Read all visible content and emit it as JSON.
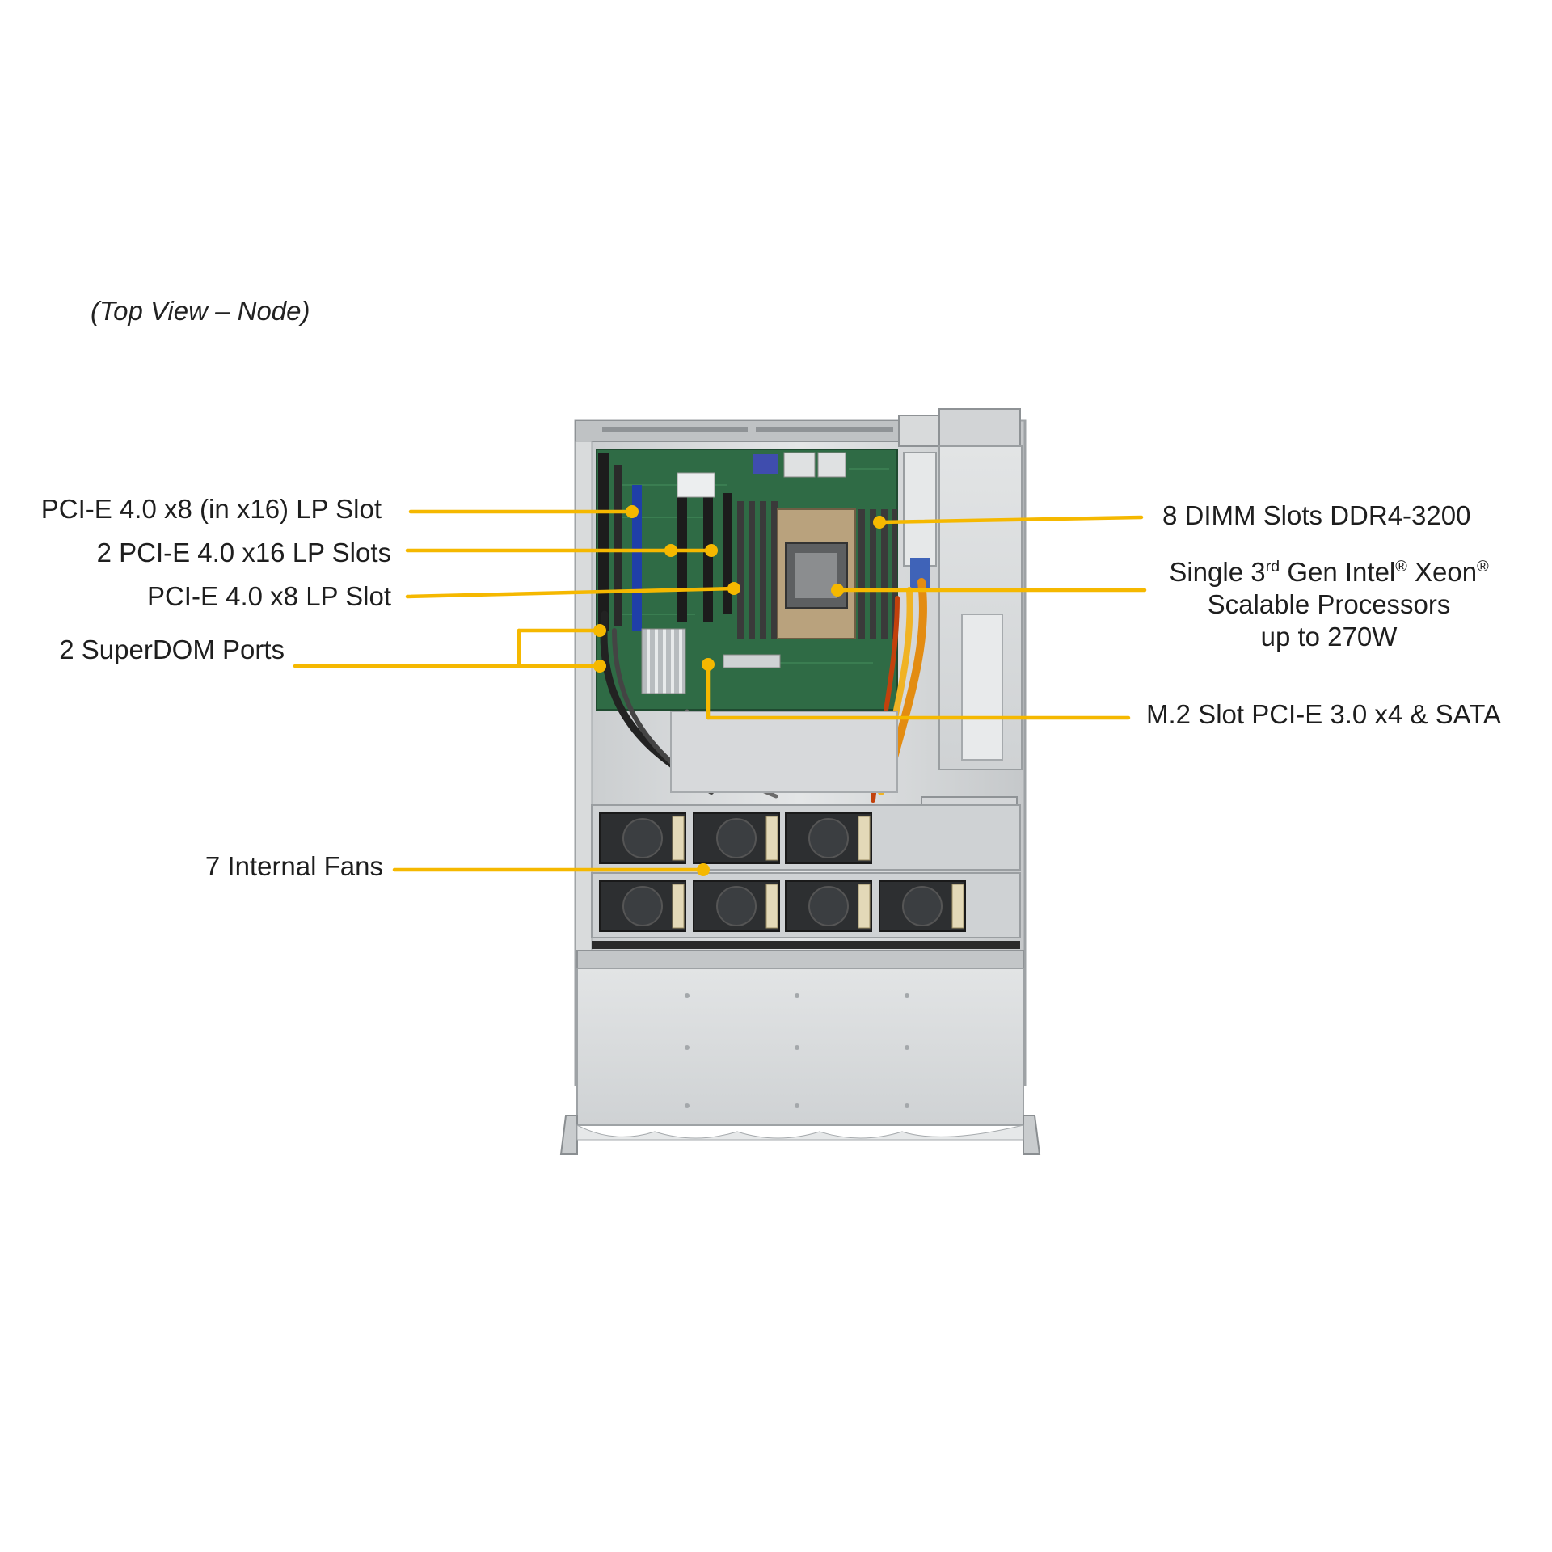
{
  "view_caption": "(Top View – Node)",
  "colors": {
    "callout_line": "#F5B800",
    "callout_dot": "#F5B800",
    "chassis_metal": "#d6d8da",
    "motherboard": "#2f6b45",
    "text": "#1e1e1e"
  },
  "callouts": {
    "pcie_x8_in_x16": "PCI-E 4.0 x8 (in x16) LP Slot",
    "pcie_x16_slots": "2 PCI-E 4.0 x16 LP Slots",
    "pcie_x8": "PCI-E 4.0 x8 LP Slot",
    "superdom": "2 SuperDOM Ports",
    "fans": "7 Internal  Fans",
    "dimm": "8 DIMM  Slots DDR4-3200",
    "cpu": {
      "line1_a": "Single 3",
      "line1_sup1": "rd",
      "line1_b": " Gen Intel",
      "line1_sup2": "®",
      "line1_c": "  Xeon",
      "line1_sup3": "®",
      "line2": "Scalable Processors",
      "line3": "up to 270W"
    },
    "m2": "M.2  Slot PCI-E 3.0 x4  & SATA"
  }
}
